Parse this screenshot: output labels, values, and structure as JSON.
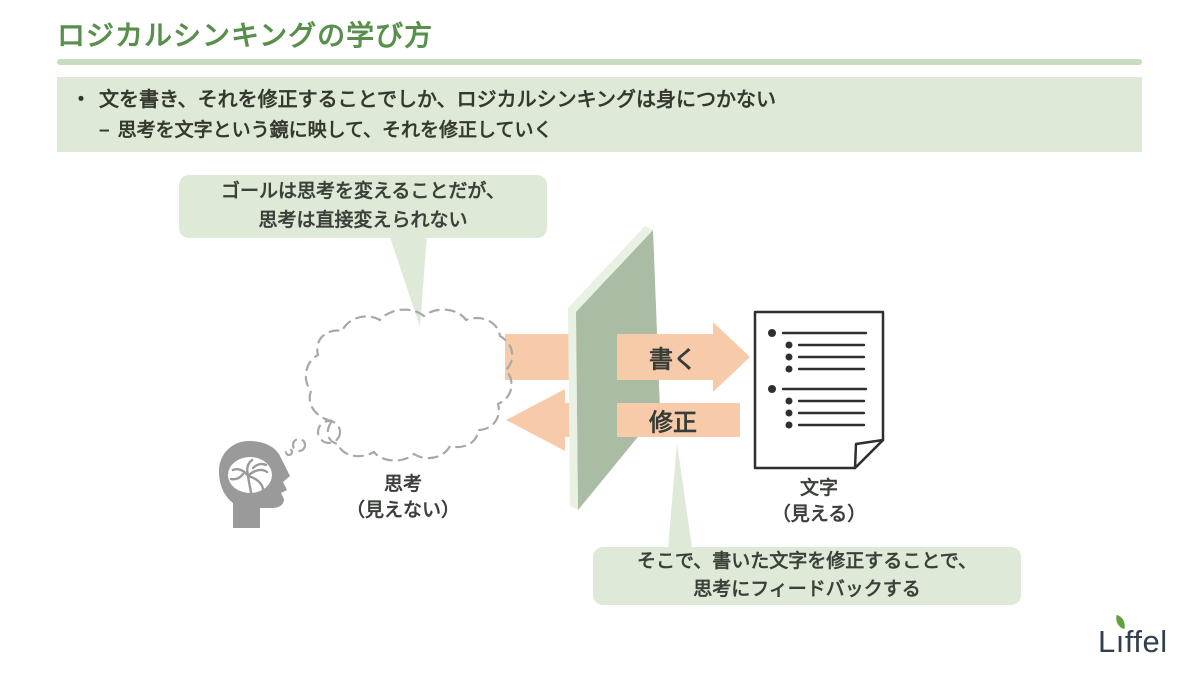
{
  "slide": {
    "title": "ロジカルシンキングの学び方",
    "key_message": {
      "bullet_marker": "・",
      "bullet_text": "文を書き、それを修正することでしか、ロジカルシンキングは身につかない",
      "sub_marker": "–",
      "sub_text": "思考を文字という鏡に映して、それを修正していく"
    },
    "callouts": {
      "top": {
        "line1": "ゴールは思考を変えることだが、",
        "line2": "思考は直接変えられない"
      },
      "bottom": {
        "line1": "そこで、書いた文字を修正することで、",
        "line2": "思考にフィードバックする"
      }
    },
    "diagram": {
      "arrow_write_label": "書く",
      "arrow_revise_label": "修正",
      "thought_label": "思考",
      "thought_sub_label": "（見えない）",
      "text_label": "文字",
      "text_sub_label": "（見える）",
      "icons": {
        "head": "head-with-brain-icon",
        "thought_cloud": "thought-cloud-icon",
        "mirror": "mirror-pane-shape",
        "document": "document-icon"
      }
    },
    "logo": {
      "part1": "L",
      "part2": "ı",
      "part3": "ffel"
    },
    "colors": {
      "title_green": "#578f4b",
      "underline_green": "#c9dcbf",
      "panel_bg": "#dfe9d8",
      "arrow_peach": "#f7cba9",
      "mirror_face": "#aabca4",
      "mirror_edge": "#e9f1e5",
      "text_dark": "#3c413c",
      "icon_gray": "#9a9a9a",
      "ink": "#2f2f2f",
      "logo_navy": "#323f4e",
      "leaf_green": "#5fa33c"
    }
  }
}
